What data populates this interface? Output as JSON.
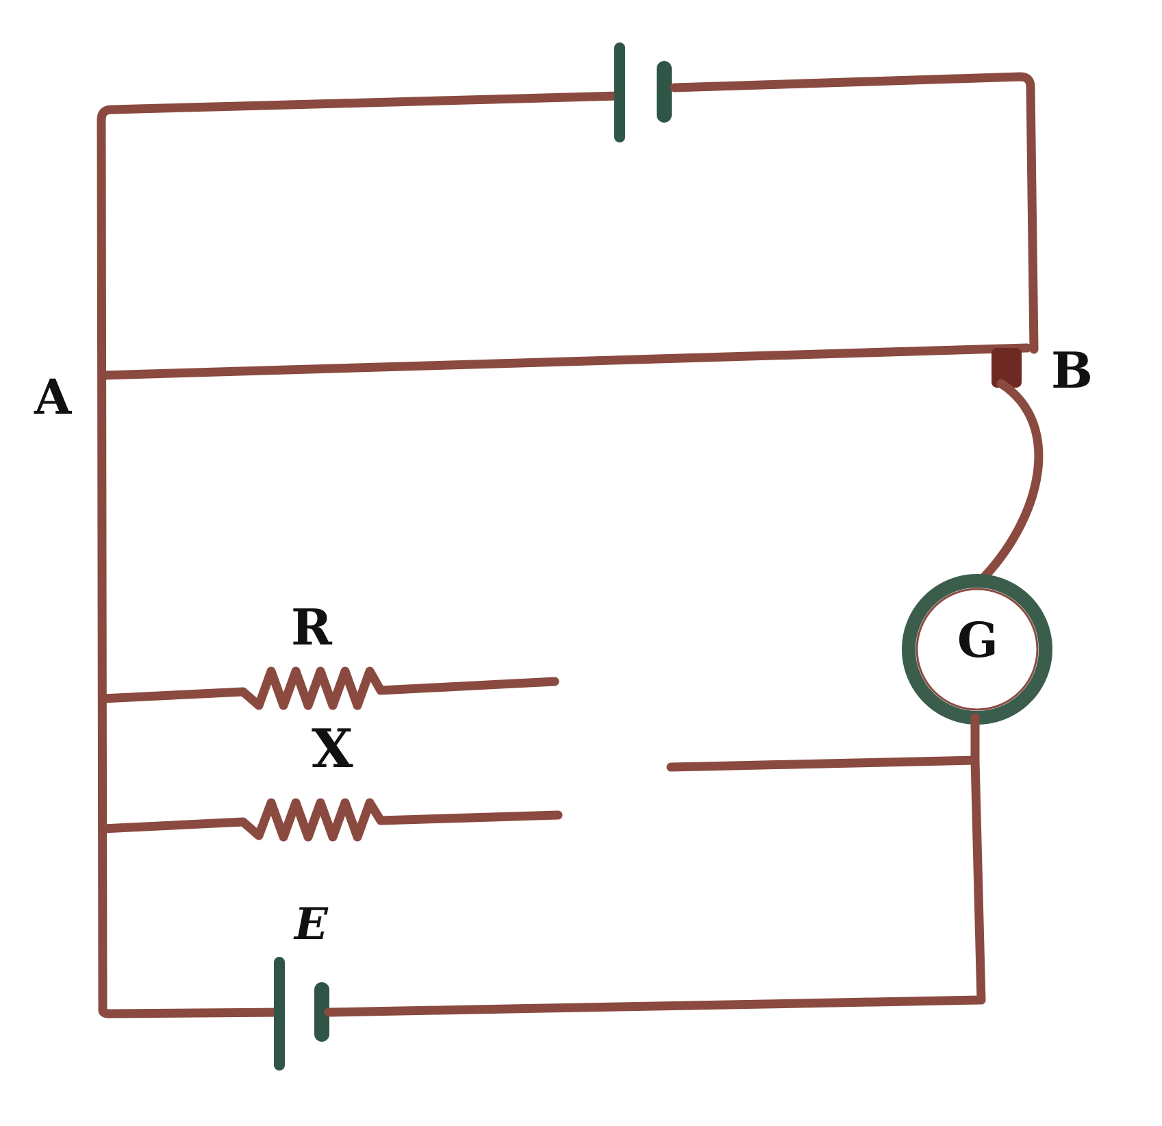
{
  "labels": {
    "a": "A",
    "b": "B",
    "r": "R",
    "x": "X",
    "e": "E",
    "g": "G"
  },
  "colors": {
    "wire": "#8a4a40",
    "cell_plate": "#2f5547",
    "galvanometer_ring": "#3b5d4c",
    "label": "#111111",
    "background": "#ffffff"
  }
}
